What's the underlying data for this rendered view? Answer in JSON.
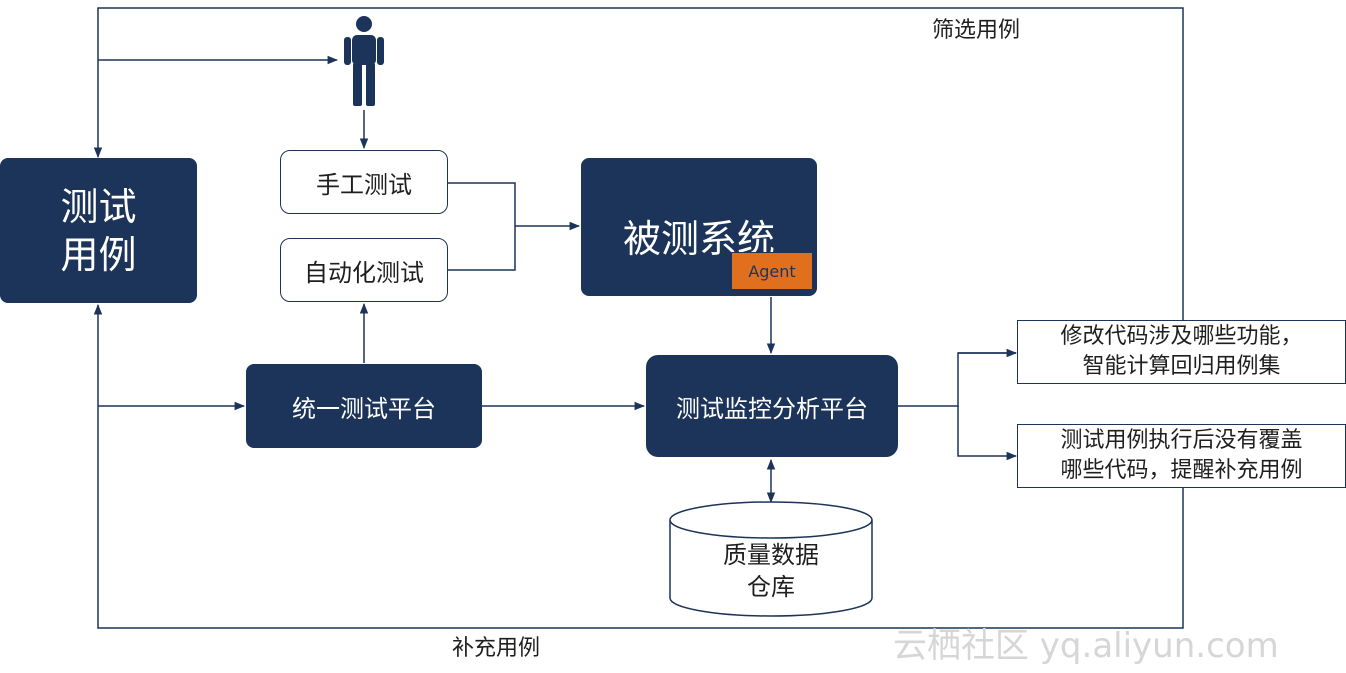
{
  "colors": {
    "dark_box": "#1c3459",
    "agent_tag": "#e0701e",
    "line": "#1c3459",
    "watermark": "#d6d6d6"
  },
  "nodes": {
    "test_cases": {
      "line1": "测试",
      "line2": "用例"
    },
    "manual_test": "手工测试",
    "auto_test": "自动化测试",
    "system_under_test": "被测系统",
    "agent": "Agent",
    "unified_platform": "统一测试平台",
    "monitor_platform": "测试监控分析平台",
    "quality_db": {
      "line1": "质量数据",
      "line2": "仓库"
    },
    "note_regression": {
      "line1": "修改代码涉及哪些功能，",
      "line2": "智能计算回归用例集"
    },
    "note_coverage": {
      "line1": "测试用例执行后没有覆盖",
      "line2": "哪些代码，提醒补充用例"
    }
  },
  "labels": {
    "filter_cases": "筛选用例",
    "supplement_cases": "补充用例"
  },
  "icons": {
    "person": "person-icon"
  },
  "watermark": "云栖社区 yq.aliyun.com"
}
